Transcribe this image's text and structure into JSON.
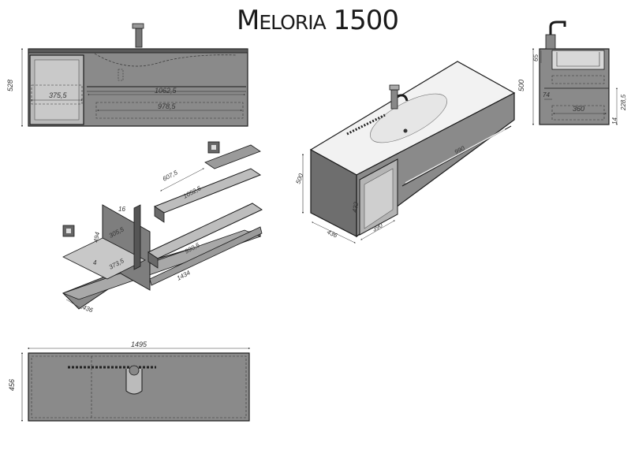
{
  "title": {
    "first_letter": "M",
    "rest_letters": "ELORIA",
    "number": "1500"
  },
  "front_view": {
    "height": "528",
    "left_door_width": "375,5",
    "drawer_top_width": "1062,5",
    "drawer_inner_width": "978,5"
  },
  "side_view": {
    "height": "500",
    "top_offset": "65",
    "mid_offset": "228,5",
    "depth_left": "74",
    "depth_right": "360",
    "bottom_offset": "14"
  },
  "exploded_view": {
    "drawer_depth": "607,5",
    "drawer_width": "1052,5",
    "shelf_height": "494",
    "shelf_width": "305,5",
    "inner_width": "990,5",
    "panel_width": "373,5",
    "base_length": "1434",
    "base_depth": "436",
    "small_gap": "16",
    "small_gap_2": "4"
  },
  "iso_view": {
    "height": "500",
    "depth": "436",
    "door_width": "390",
    "door_height": "432",
    "drawer_width": "990"
  },
  "top_view": {
    "width": "1495",
    "depth": "456"
  },
  "colors": {
    "panel": "#8a8a8a",
    "panel_light": "#b8b8b8",
    "line": "#1a1a1a",
    "dim_line": "#333333",
    "white_top": "#f2f2f2"
  }
}
